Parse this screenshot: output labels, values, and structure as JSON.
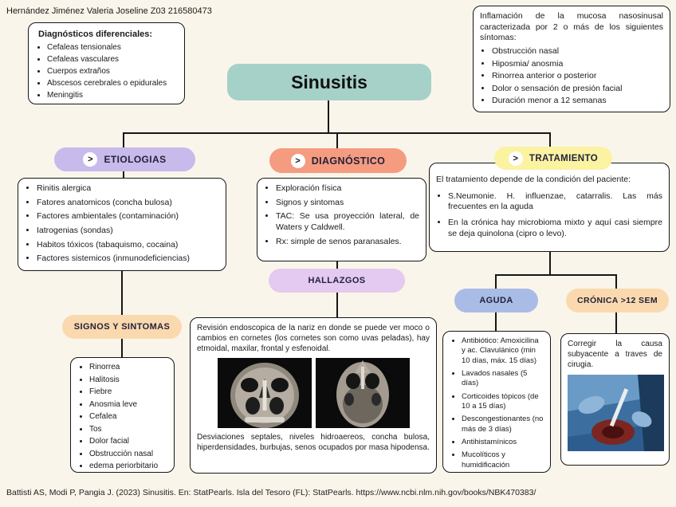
{
  "header": {
    "student": "Hernández Jiménez Valeria Joseline Z03 216580473"
  },
  "title": "Sinusitis",
  "icons": {
    "chevron_right": ">"
  },
  "differential": {
    "title": "Diagnósticos diferenciales:",
    "items": [
      "Cefaleas tensionales",
      "Cefaleas vasculares",
      "Cuerpos extraños",
      "Abscesos cerebrales o epidurales",
      "Meningitis"
    ]
  },
  "definition": {
    "intro": "Inflamación de la mucosa nasosinusal caracterizada por 2 o más de los siguientes síntomas:",
    "items": [
      "Obstrucción nasal",
      "Hiposmia/ anosmia",
      "Rinorrea anterior o posterior",
      "Dolor o sensación de presión facial",
      "Duración menor a 12 semanas"
    ]
  },
  "etiologias": {
    "label": "ETIOLOGIAS",
    "items": [
      "Rinitis alergica",
      "Fatores anatomicos (concha bulosa)",
      "Factores ambientales (contaminación)",
      "Iatrogenias (sondas)",
      "Habitos tóxicos (tabaquismo, cocaina)",
      "Factores sistemicos (inmunodeficiencias)"
    ]
  },
  "signos": {
    "label": "SIGNOS Y SINTOMAS",
    "items": [
      "Rinorrea",
      "Halitosis",
      "Fiebre",
      "Anosmia leve",
      "Cefalea",
      "Tos",
      "Dolor facial",
      "Obstrucción nasal",
      "edema periorbitario"
    ]
  },
  "diagnostico": {
    "label": "DIAGNÓSTICO",
    "items": [
      "Exploración física",
      "Signos y sintomas",
      "TAC: Se usa proyección lateral, de Waters y Caldwell.",
      "Rx: simple de senos paranasales."
    ]
  },
  "hallazgos": {
    "label": "HALLAZGOS",
    "text_top": "Revisión endoscopica de la nariz en donde se puede ver moco o cambios en cornetes (los cornetes son como uvas peladas), hay etmoidal, maxilar, frontal y esfenoidal.",
    "text_bottom": "Desviaciones septales, niveles hidroaereos, concha bulosa, hiperdensidades, burbujas, senos ocupados por masa hipodensa."
  },
  "tratamiento": {
    "label": "TRATAMIENTO",
    "intro": "El tratamiento depende de la condición del paciente:",
    "items": [
      "S.Neumonie. H. influenzae, catarralis. Las más frecuentes en la aguda",
      "En la crónica hay microbioma mixto y aquí casi siempre se deja quinolona (cipro o levo)."
    ]
  },
  "aguda": {
    "label": "AGUDA",
    "items": [
      "Antibiótico: Amoxicilina y ac. Clavulánico (min 10 días, máx. 15 días)",
      "Lavados nasales (5 días)",
      "Corticoides tópicos (de 10 a 15 días)",
      "Descongestionantes (no más de 3 días)",
      "Antihistamínicos",
      "Mucolíticos y humidificación"
    ]
  },
  "cronica": {
    "label": "CRÓNICA >12 SEM",
    "text": "Corregir la causa subyacente a traves de cirugia."
  },
  "footer": {
    "citation": "Battisti AS, Modi P, Pangia J. (2023) Sinusitis. En: StatPearls. Isla del Tesoro (FL): StatPearls. https://www.ncbi.nlm.nih.gov/books/NBK470383/"
  },
  "colors": {
    "background": "#faf5ea",
    "title_node": "#a6d1c9",
    "etiologias_pill": "#c8baeb",
    "diagnostico_pill": "#f59b80",
    "tratamiento_pill": "#fbf2a2",
    "hallazgos_pill": "#e4c9f1",
    "signos_pill": "#fbd9af",
    "aguda_pill": "#a9bce6",
    "cronica_pill": "#fbd9af"
  }
}
